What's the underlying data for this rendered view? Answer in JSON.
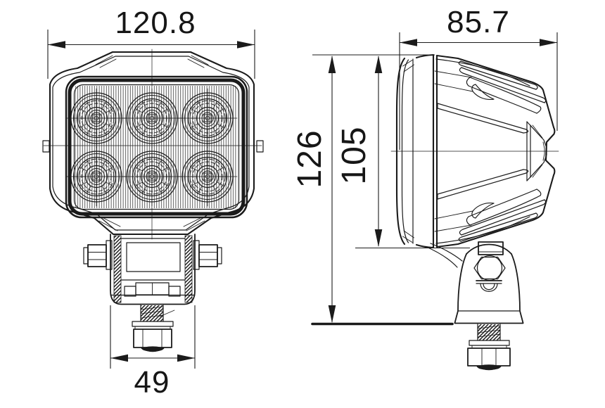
{
  "drawing": {
    "type": "technical-dimension-drawing",
    "subject": "LED work light - front and side orthographic views with mounting bracket",
    "views": {
      "left": "front-view",
      "right": "side-view"
    },
    "led_grid": {
      "rows": 2,
      "columns": 3
    },
    "dimensions": {
      "front_width": "120.8",
      "bracket_width": "49",
      "side_depth": "85.7",
      "overall_height": "126",
      "housing_height": "105"
    },
    "colors": {
      "line": "#1b1b1b",
      "background": "#ffffff"
    }
  }
}
